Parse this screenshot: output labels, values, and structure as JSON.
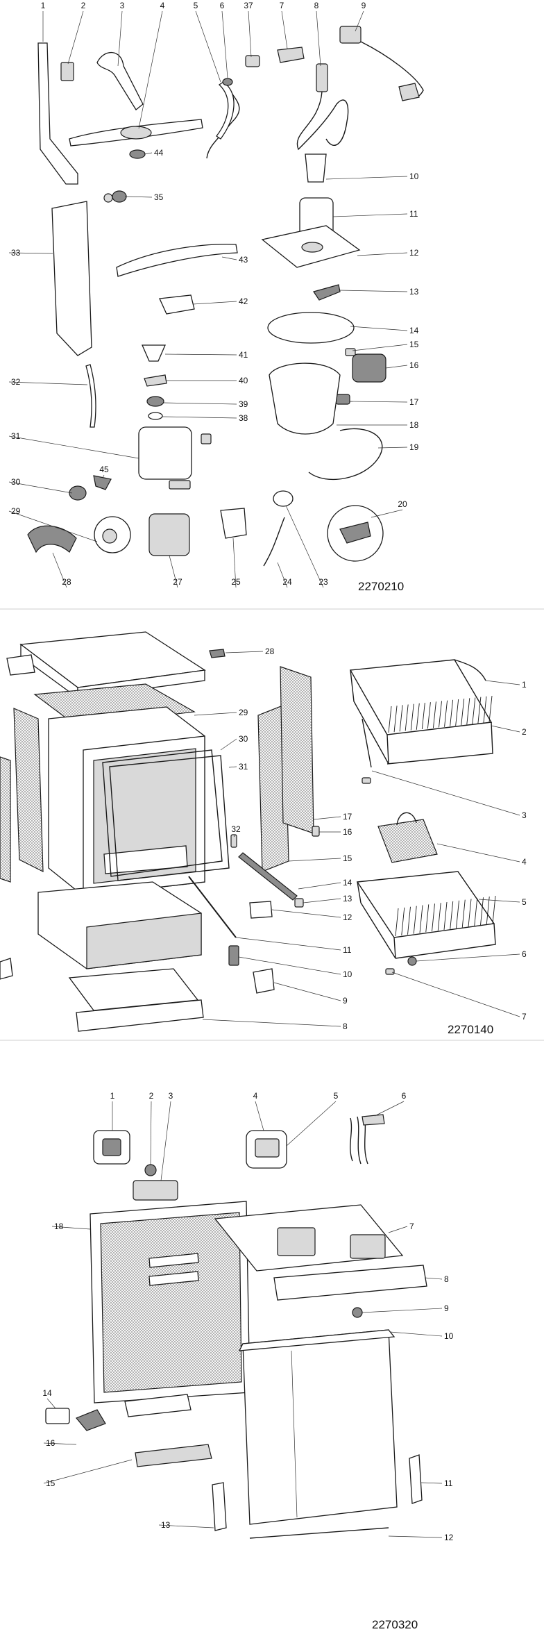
{
  "diagrams": [
    {
      "code": "2270210",
      "labels": [
        "1",
        "2",
        "3",
        "4",
        "5",
        "6",
        "37",
        "7",
        "8",
        "9",
        "44",
        "10",
        "35",
        "11",
        "33",
        "12",
        "43",
        "13",
        "42",
        "14",
        "15",
        "16",
        "32",
        "41",
        "40",
        "17",
        "39",
        "38",
        "18",
        "31",
        "19",
        "45",
        "30",
        "20",
        "29",
        "28",
        "27",
        "25",
        "24",
        "23"
      ]
    },
    {
      "code": "2270140",
      "labels": [
        "28",
        "29",
        "30",
        "31",
        "17",
        "16",
        "15",
        "14",
        "13",
        "12",
        "11",
        "10",
        "9",
        "8",
        "32",
        "1",
        "2",
        "3",
        "4",
        "5",
        "6",
        "7"
      ]
    },
    {
      "code": "2270320",
      "labels": [
        "1",
        "2",
        "3",
        "4",
        "5",
        "6",
        "18",
        "7",
        "8",
        "9",
        "10",
        "14",
        "16",
        "15",
        "11",
        "13",
        "12"
      ]
    }
  ]
}
